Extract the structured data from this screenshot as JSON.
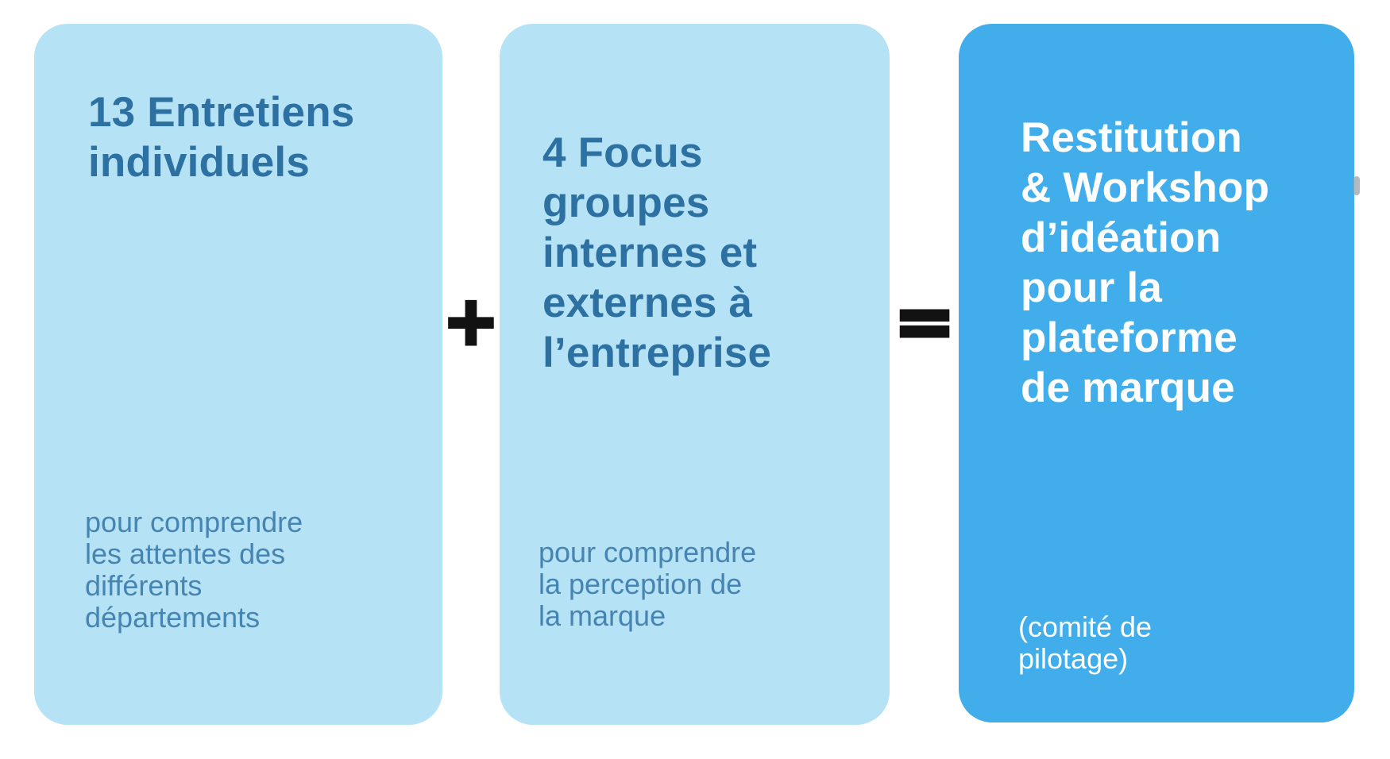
{
  "colors": {
    "page_background": "#ffffff",
    "card_light": "#B6E2F5",
    "card_accent": "#41ADEA",
    "heading_text": "#2D70A2",
    "body_text": "#4684B1",
    "accent_card_text": "#FFFFFF",
    "operator": "#121212",
    "artifact": "#97A3A9"
  },
  "cards": [
    {
      "id": "entretiens-individuels",
      "variant": "light",
      "title_lines": [
        "13 Entretiens",
        "individuels"
      ],
      "body_lines": [
        "pour comprendre",
        "les attentes des",
        "différents",
        "départements"
      ]
    },
    {
      "id": "focus-groupes",
      "variant": "light",
      "title_lines": [
        "4 Focus",
        "groupes",
        "internes et",
        "externes à",
        "l’entreprise"
      ],
      "body_lines": [
        "pour comprendre",
        "la perception de",
        "la marque"
      ]
    },
    {
      "id": "restitution-workshop",
      "variant": "accent",
      "title_lines": [
        "Restitution",
        "& Workshop",
        "d’idéation",
        "pour la",
        "plateforme",
        "de marque"
      ],
      "body_lines": [
        "(comité de",
        "pilotage)"
      ]
    }
  ],
  "operators": [
    {
      "name": "plus-icon",
      "glyph": "+"
    },
    {
      "name": "equals-icon",
      "glyph": "="
    }
  ]
}
